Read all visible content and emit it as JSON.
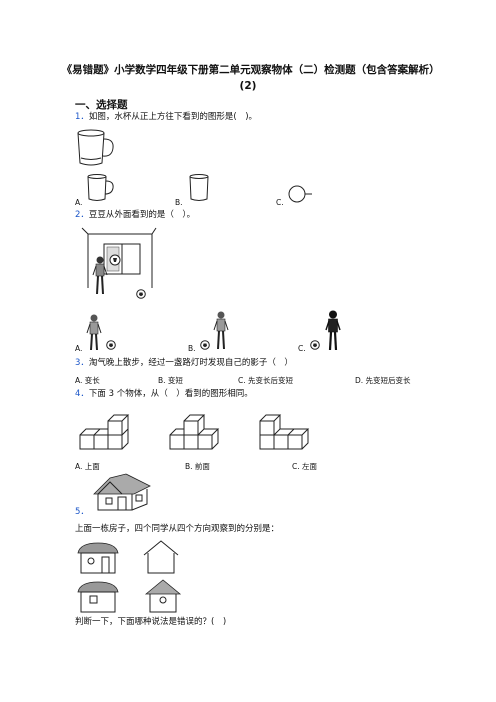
{
  "title": "《易错题》小学数学四年级下册第二单元观察物体（二）检测题（包含答案解析）(2)",
  "section_heading": "一、选择题",
  "questions": [
    {
      "number": "1．",
      "text": "如图，水杯从正上方往下看到的图形是(　)。",
      "options": [
        "A.",
        "B.",
        "C."
      ]
    },
    {
      "number": "2．",
      "text": "豆豆从外面看到的是（　）。",
      "options": [
        "A.",
        "B.",
        "C."
      ]
    },
    {
      "number": "3．",
      "text": "淘气晚上散步，经过一盏路灯时发现自己的影子（　）",
      "options": [
        "A. 变长",
        "B. 变短",
        "C. 先变长后变短",
        "D. 先变短后变长"
      ]
    },
    {
      "number": "4．",
      "text": "下面 3 个物体，从（　）看到的图形相同。",
      "options": [
        "A. 上面",
        "B. 前面",
        "C. 左面"
      ]
    },
    {
      "number": "5．",
      "text": "上面一栋房子，四个同学从四个方向观察到的分别是：",
      "judge": "判断一下，下面哪种说法是错误的？(　)"
    }
  ],
  "icons": {
    "cup": "mug-icon",
    "boy": "child-figure-icon",
    "ball": "soccer-ball-icon",
    "house": "house-icon"
  },
  "colors": {
    "question_number": "#1a55c8",
    "text": "#111111"
  }
}
